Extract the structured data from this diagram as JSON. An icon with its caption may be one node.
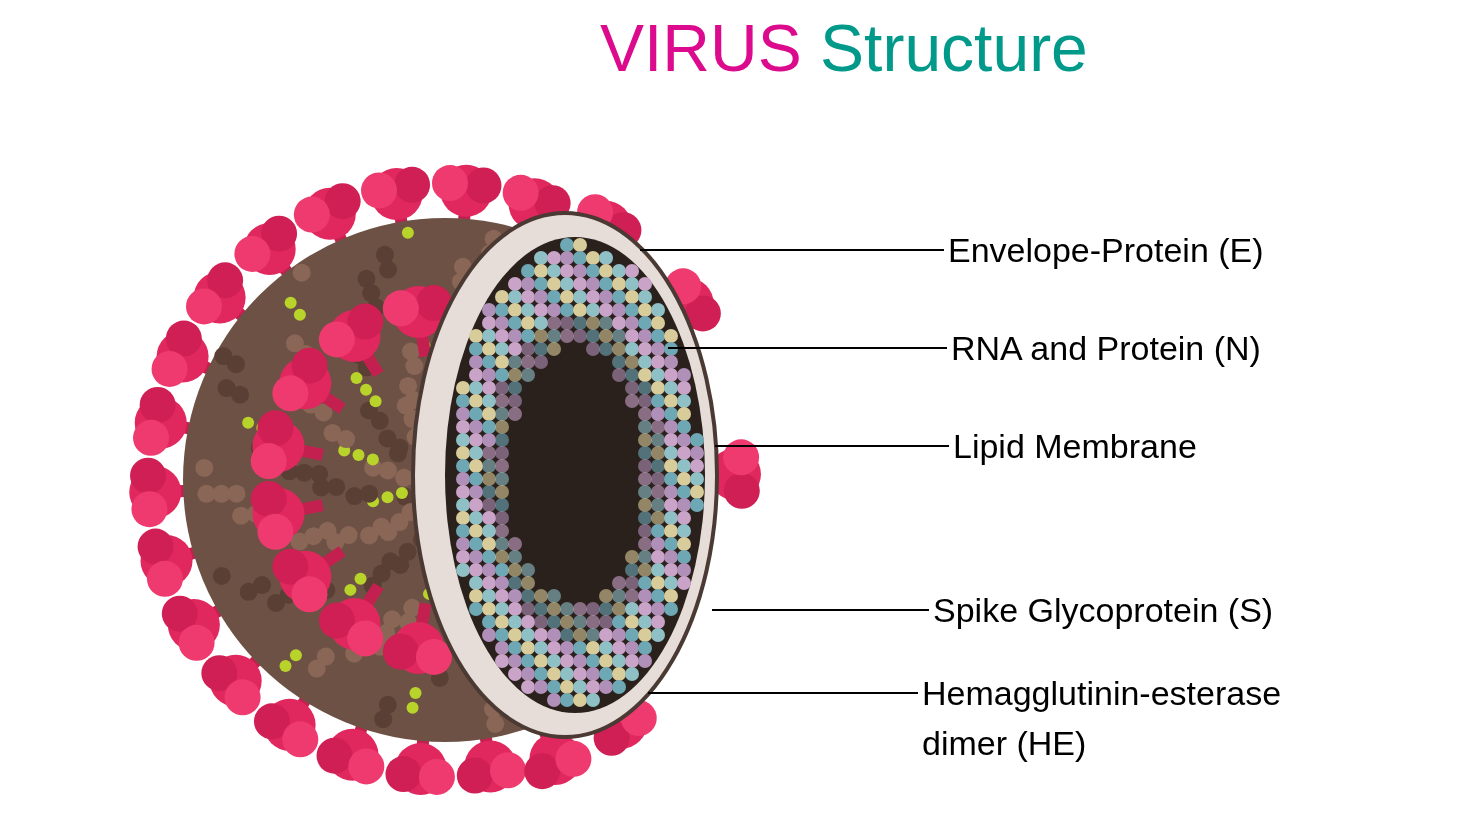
{
  "diagram": {
    "title": "VIRUS Structure",
    "nodes": [
      {
        "text": [
          "Envelope-Protein (E)"
        ]
      },
      {
        "text": [
          "RNA and Protein (N)"
        ]
      },
      {
        "text": [
          "Lipid Membrane"
        ]
      },
      {
        "text": [
          "Spike Glycoprotein (S)"
        ]
      },
      {
        "text": [
          "Hemagglutinin-esterase dimer (HE)"
        ]
      }
    ],
    "edges": [
      {
        "from": 0,
        "to": null,
        "arrow": "none"
      },
      {
        "from": 1,
        "to": null,
        "arrow": "none"
      },
      {
        "from": 2,
        "to": null,
        "arrow": "none"
      },
      {
        "from": 3,
        "to": null,
        "arrow": "none"
      },
      {
        "from": 4,
        "to": null,
        "arrow": "none"
      }
    ]
  }
}
